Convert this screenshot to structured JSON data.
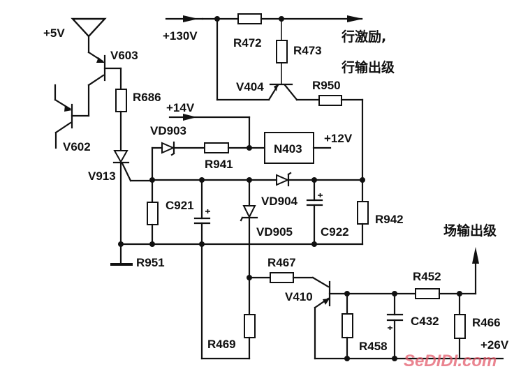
{
  "diagram": {
    "type": "circuit-schematic",
    "labels": {
      "v5": "+5V",
      "v130": "+130V",
      "v14": "+14V",
      "v12": "+12V",
      "v26": "+26V",
      "line_out_1": "行激励,",
      "line_out_2": "行输出级",
      "field_out": "场输出级"
    },
    "components": {
      "V603": "V603",
      "V602": "V602",
      "R686": "R686",
      "V913": "V913",
      "R472": "R472",
      "R473": "R473",
      "V404": "V404",
      "R950": "R950",
      "VD903": "VD903",
      "R941": "R941",
      "N403": "N403",
      "C921": "C921",
      "VD904": "VD904",
      "VD905": "VD905",
      "C922": "C922",
      "R942": "R942",
      "R951": "R951",
      "R467": "R467",
      "V410": "V410",
      "R469": "R469",
      "R452": "R452",
      "R458": "R458",
      "C432": "C432",
      "R466": "R466"
    },
    "watermark": "SeDIDI.com"
  }
}
